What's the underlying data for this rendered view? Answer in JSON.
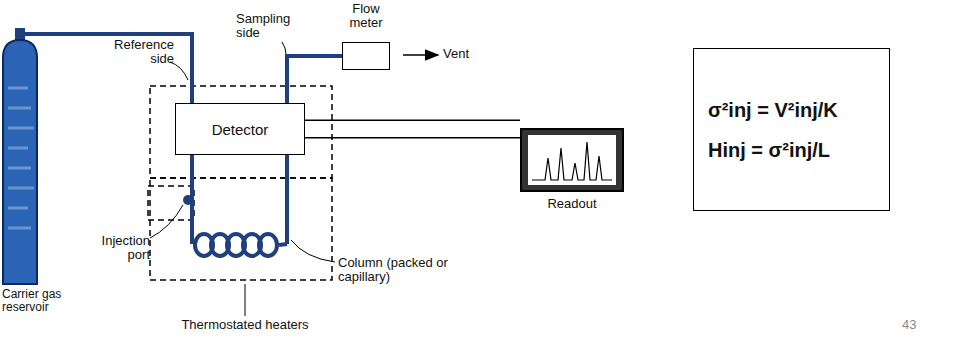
{
  "diagram": {
    "nodes": [
      {
        "text": [
          "Carrier gas reservoir"
        ]
      },
      {
        "text": [
          "Detector"
        ]
      },
      {
        "text": [
          "Flow meter"
        ]
      },
      {
        "text": [
          "Readout"
        ]
      },
      {
        "text": [
          "σ²inj = V²inj/K",
          "Hinj = σ²inj/L"
        ]
      }
    ],
    "edges": [
      {
        "from": 0,
        "to": 1,
        "arrow": "none"
      },
      {
        "from": 1,
        "to": 2,
        "arrow": "none"
      },
      {
        "from": 1,
        "to": 3,
        "arrow": "none"
      }
    ],
    "labels": [
      "Reference side",
      "Sampling side",
      "Vent",
      "Injection port",
      "Column (packed or capillary)",
      "Thermostated heaters",
      "43"
    ]
  }
}
